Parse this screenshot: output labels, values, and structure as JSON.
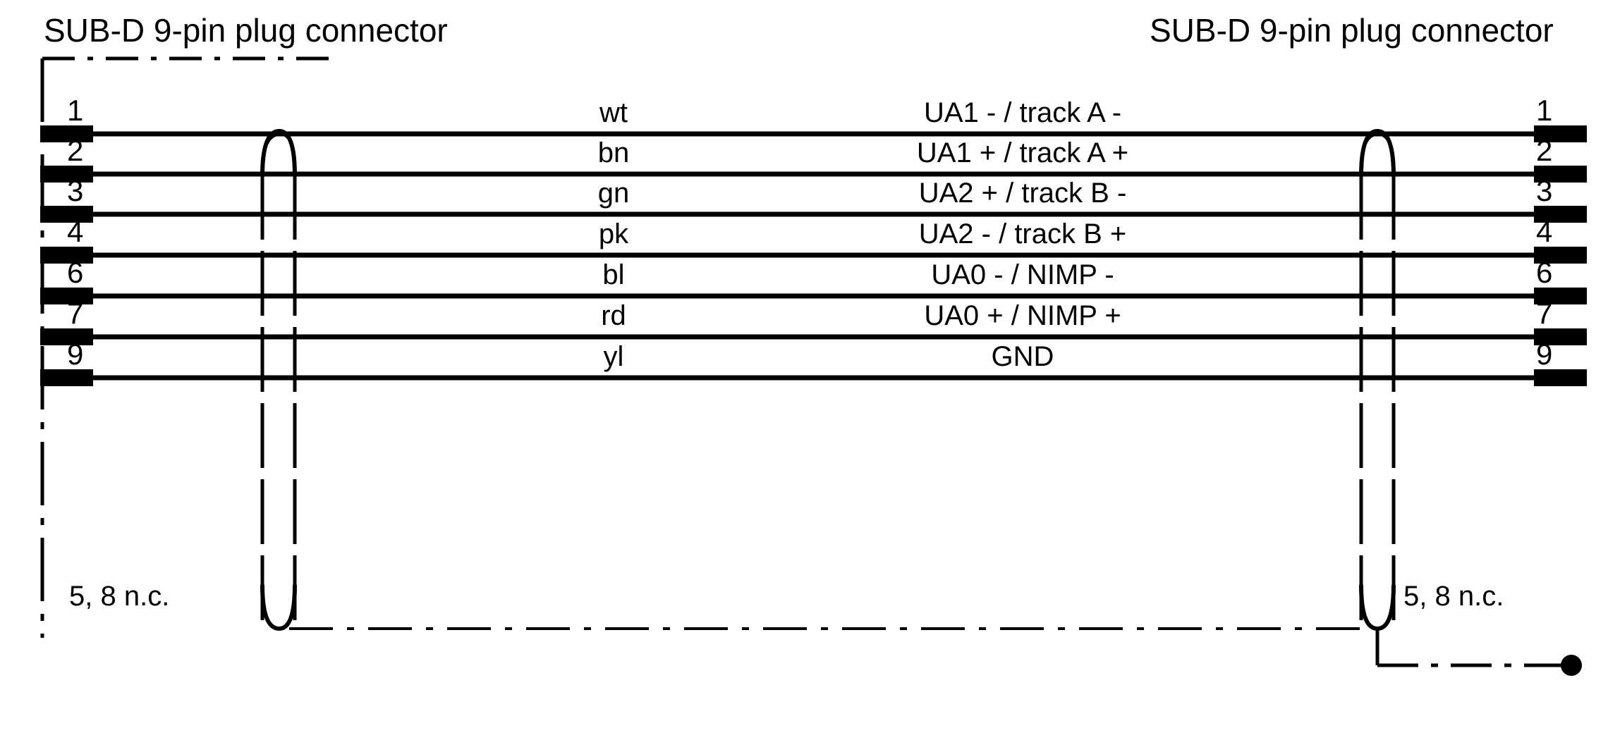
{
  "diagram": {
    "type": "cable-wiring-diagram",
    "title_left": "SUB-D 9-pin plug connector",
    "title_right": "SUB-D 9-pin plug connector",
    "note_left": "5, 8 n.c.",
    "note_right": "5, 8 n.c.",
    "line_color": "#000000",
    "background_color": "#ffffff"
  },
  "connections": [
    {
      "pin_left": "1",
      "wire_color": "wt",
      "signal": "UA1 - / track A -"
    },
    {
      "pin_left": "2",
      "wire_color": "bn",
      "signal": "UA1 + / track A +"
    },
    {
      "pin_left": "3",
      "wire_color": "gn",
      "signal": "UA2 + / track B -"
    },
    {
      "pin_left": "4",
      "wire_color": "pk",
      "signal": "UA2 - / track B +"
    },
    {
      "pin_left": "6",
      "wire_color": "bl",
      "signal": "UA0 - / NIMP -"
    },
    {
      "pin_left": "7",
      "wire_color": "rd",
      "signal": "UA0 + / NIMP +"
    },
    {
      "pin_left": "9",
      "wire_color": "yl",
      "signal": "GND"
    }
  ],
  "pins_right": [
    "1",
    "2",
    "3",
    "4",
    "6",
    "7",
    "9"
  ]
}
